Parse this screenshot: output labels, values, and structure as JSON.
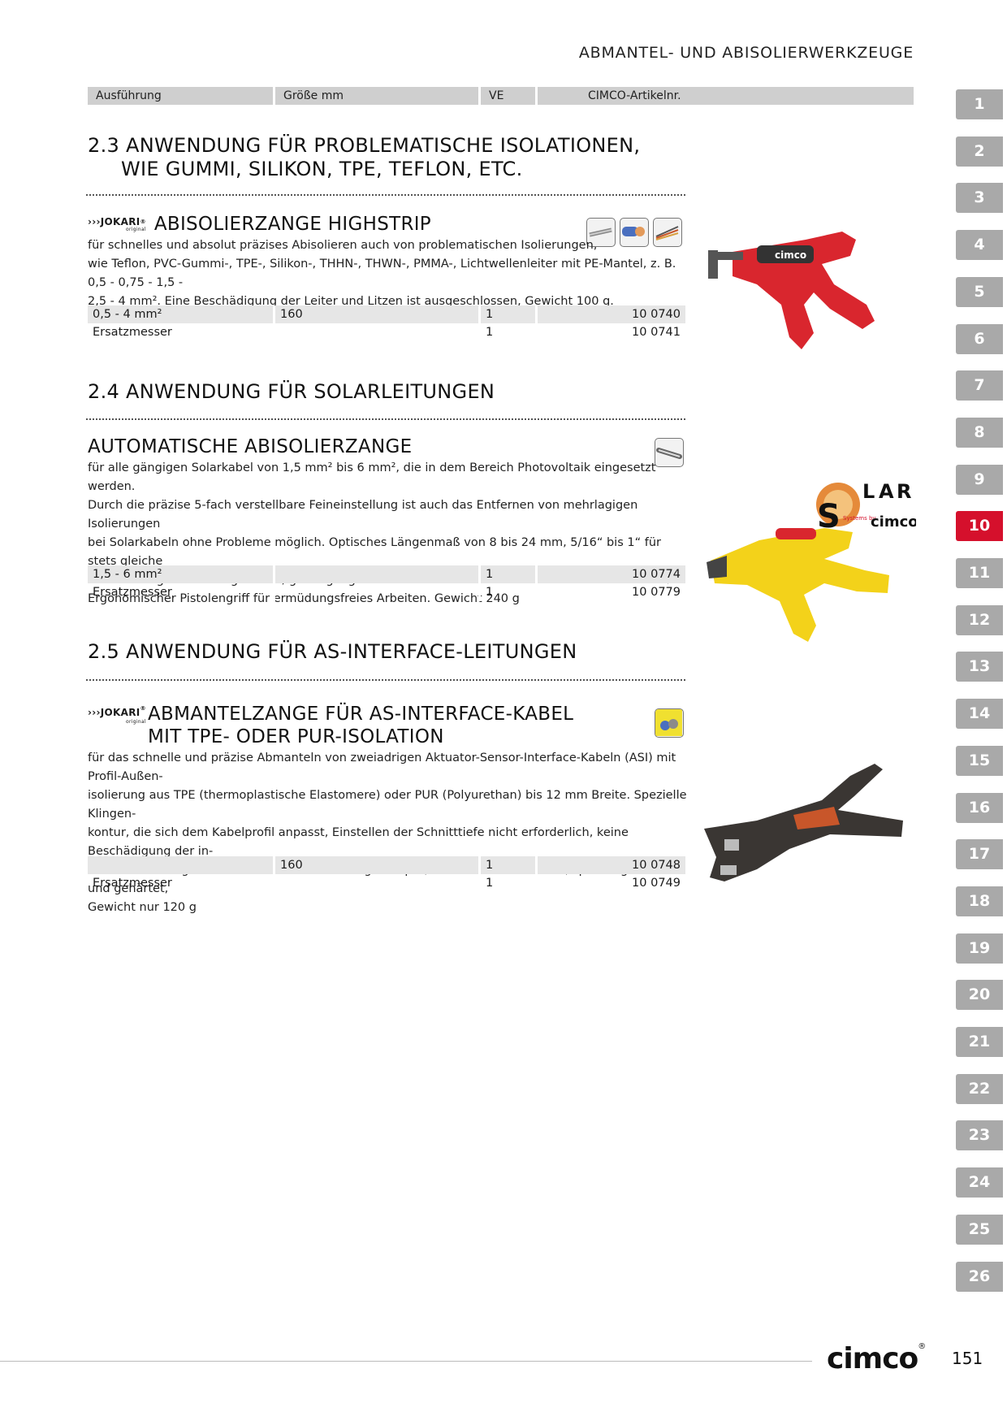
{
  "chapter_header": "ABMANTEL- UND ABISOLIERWERKZEUGE",
  "table_header": [
    "Ausführung",
    "Größe mm",
    "VE",
    "CIMCO-Artikelnr."
  ],
  "sections": [
    {
      "title_line1": "2.3 ANWENDUNG FÜR PROBLEMATISCHE ISOLATIONEN,",
      "title_line2": "WIE GUMMI, SILIKON, TPE, TEFLON, ETC.",
      "product": {
        "brand": "JOKARI",
        "brand_sub": "original",
        "title": "ABISOLIERZANGE HIGHSTRIP",
        "desc": [
          "für schnelles und absolut präzises Abisolieren auch von problematischen Isolierungen,",
          "wie Teflon, PVC-Gummi-, TPE-, Silikon-, THHN-, THWN-, PMMA-, Lichtwellenleiter mit PE-Mantel, z. B. 0,5 - 0,75 - 1,5 -",
          "2,5 - 4 mm². Eine Beschädigung der Leiter und Litzen ist ausgeschlossen, Gewicht 100 g."
        ],
        "rows": [
          {
            "ausfuehrung": "0,5 - 4 mm²",
            "groesse": "160",
            "ve": "1",
            "artikel": "10 0740"
          },
          {
            "ausfuehrung": "Ersatzmesser",
            "groesse": "",
            "ve": "1",
            "artikel": "10 0741"
          }
        ]
      }
    },
    {
      "title_line1": "2.4 ANWENDUNG FÜR SOLARLEITUNGEN",
      "product": {
        "title": "AUTOMATISCHE ABISOLIERZANGE",
        "desc": [
          "für alle gängigen Solarkabel von 1,5 mm² bis 6 mm², die in dem Bereich Photovoltaik eingesetzt werden.",
          "Durch die präzise 5-fach verstellbare Feineinstellung ist auch das Entfernen von mehrlagigen Isolierungen",
          "bei Solarkabeln ohne Probleme möglich. Optisches Längenmaß von 8 bis 24 mm, 5/16“ bis 1“ für stets gleiche",
          "Abisolierlängen. Mit integriertem, gut zugänglichem Seitenschneider für Kabel bis maximal 3 mm ø.",
          "Ergonomischer Pistolengriff für ermüdungsfreies Arbeiten. Gewicht 240 g"
        ],
        "rows": [
          {
            "ausfuehrung": "1,5 - 6 mm²",
            "groesse": "",
            "ve": "1",
            "artikel": "10 0774"
          },
          {
            "ausfuehrung": "Ersatzmesser",
            "groesse": "",
            "ve": "1",
            "artikel": "10 0779"
          }
        ],
        "logo_text": [
          "S",
          "L",
          "A",
          "R",
          "Systems by",
          "cimco"
        ]
      }
    },
    {
      "title_line1": "2.5 ANWENDUNG FÜR AS-INTERFACE-LEITUNGEN",
      "product": {
        "brand": "JOKARI",
        "brand_sub": "original",
        "title_line1": "ABMANTELZANGE FÜR AS-INTERFACE-KABEL",
        "title_line2": "MIT TPE- ODER PUR-ISOLATION",
        "desc": [
          "für das schnelle und präzise Abmanteln von zweiadrigen Aktuator-Sensor-Interface-Kabeln (ASI) mit Profil-Außen-",
          "isolierung aus TPE (thermoplastische Elastomere) oder PUR (Polyurethan) bis 12 mm Breite. Spezielle Klingen-",
          "kontur, die sich dem Kabelprofil anpasst, Einstellen der Schnitttiefe nicht erforderlich, keine Beschädigung der in-",
          "neren Leiter möglich. Glasfaserverstärkter Zangenkörper, Messer auswechselbar, speziell geschliffen und gehärtet,",
          "Gewicht nur 120 g"
        ],
        "rows": [
          {
            "ausfuehrung": "",
            "groesse": "160",
            "ve": "1",
            "artikel": "10 0748"
          },
          {
            "ausfuehrung": "Ersatzmesser",
            "groesse": "",
            "ve": "1",
            "artikel": "10 0749"
          }
        ]
      }
    }
  ],
  "tabs": [
    "1",
    "2",
    "3",
    "4",
    "5",
    "6",
    "7",
    "8",
    "9",
    "10",
    "11",
    "12",
    "13",
    "14",
    "15",
    "16",
    "17",
    "18",
    "19",
    "20",
    "21",
    "22",
    "23",
    "24",
    "25",
    "26"
  ],
  "active_tab": "10",
  "footer": {
    "brand": "cimco",
    "page_number": "151"
  },
  "colors": {
    "accent": "#d5102c",
    "tab_gray": "#a9a9a9",
    "row_shade": "#e6e6e6",
    "header_shade": "#cfcfcf"
  }
}
